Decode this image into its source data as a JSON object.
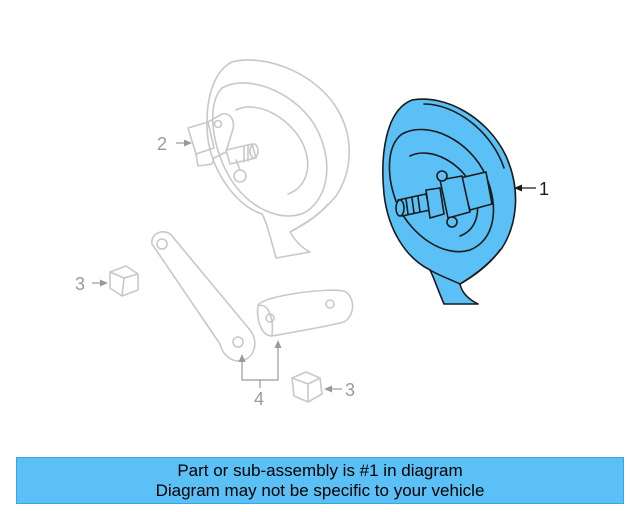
{
  "diagram": {
    "callouts": {
      "main_part": "1",
      "second_horn": "2",
      "nut_left": "3",
      "nut_right": "3",
      "brackets": "4"
    }
  },
  "banner": {
    "line1": "Part or sub-assembly is #1 in diagram",
    "line2": "Diagram may not be specific to your vehicle",
    "background": "#5bc0f5"
  },
  "colors": {
    "highlight_fill": "#5bc0f5",
    "highlight_stroke": "#1a1a1a",
    "ghost_stroke": "#c8c8c8",
    "label_dark": "#1a1a1a",
    "label_ghost": "#9a9a9a"
  }
}
